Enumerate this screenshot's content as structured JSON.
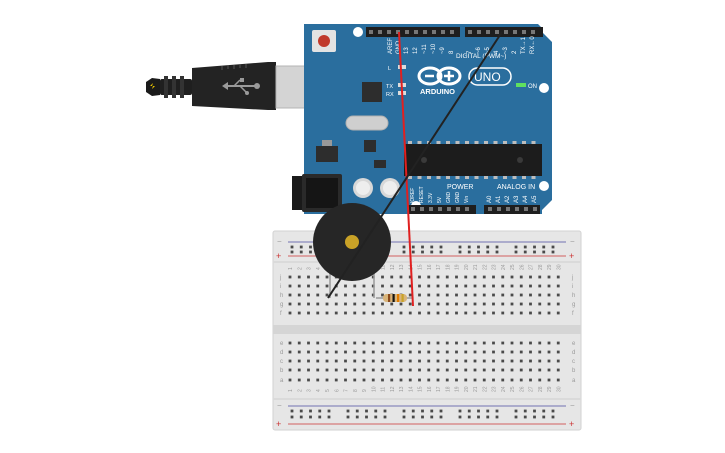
{
  "board": {
    "brand": "ARDUINO",
    "model": "UNO",
    "aref": "AREF",
    "gnd": "GND",
    "digital_title": "DIGITAL (PWM~)",
    "digital_pins": [
      "13",
      "12",
      "~11",
      "~10",
      "~9",
      "8",
      "7",
      "~6",
      "~5",
      "4",
      "~3",
      "2",
      "TX→1",
      "RX←0"
    ],
    "led_l": "L",
    "led_tx": "TX",
    "led_rx": "RX",
    "on_label": "ON",
    "power_title": "POWER",
    "power_pins": [
      "IOREF",
      "RESET",
      "3.3V",
      "5V",
      "GND",
      "GND",
      "Vin"
    ],
    "analog_title": "ANALOG IN",
    "analog_pins": [
      "A0",
      "A1",
      "A2",
      "A3",
      "A4",
      "A5"
    ]
  },
  "breadboard": {
    "column_numbers": [
      "1",
      "2",
      "3",
      "4",
      "5",
      "6",
      "7",
      "8",
      "9",
      "10",
      "11",
      "12",
      "13",
      "14",
      "15",
      "16",
      "17",
      "18",
      "19",
      "20",
      "21",
      "22",
      "23",
      "24",
      "25",
      "26",
      "27",
      "28",
      "29",
      "30"
    ],
    "rows_top": [
      "j",
      "i",
      "h",
      "g",
      "f"
    ],
    "rows_bottom": [
      "e",
      "d",
      "c",
      "b",
      "a"
    ],
    "rail_minus": "−",
    "rail_plus": "+"
  },
  "components": {
    "buzzer": "piezo-buzzer",
    "resistor_bands": [
      "#8b4a1c",
      "#111111",
      "#e07b00",
      "#c9a227"
    ],
    "wire_red_color": "#e02020",
    "wire_black_color": "#222222"
  },
  "colors": {
    "board_blue": "#2a6e9e",
    "board_dark": "#1f5a84",
    "breadboard": "#e6e6e6"
  }
}
